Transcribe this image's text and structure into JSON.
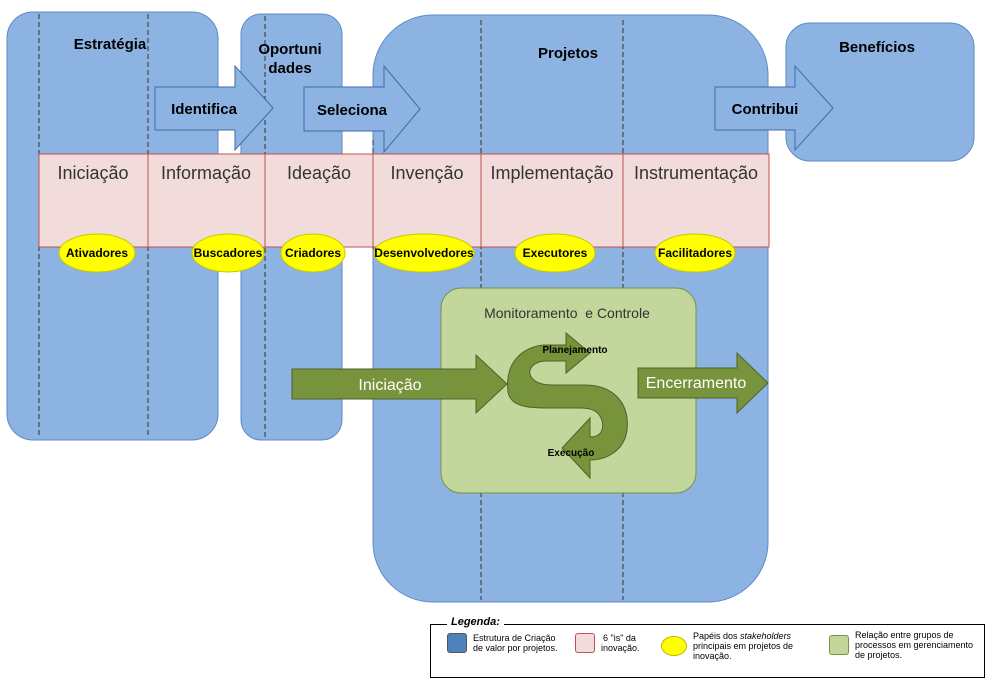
{
  "colors": {
    "blue": "#8db3e2",
    "blue_border": "#5e8ac4",
    "pink": "#f2dcdb",
    "pink_border": "#c0504d",
    "yellow": "#ffff00",
    "green_light": "#c3d69b",
    "green_dark": "#77933c",
    "arrow_blue": "#8db3e2"
  },
  "phases": {
    "estrategia": "Estratégia",
    "oportunidades_1": "Oportuni",
    "oportunidades_2": "dades",
    "projetos": "Projetos",
    "beneficios": "Benefícios"
  },
  "arrows": {
    "identifica": "Identifica",
    "seleciona": "Seleciona",
    "contribui": "Contribui"
  },
  "is_labels": [
    "Iniciação",
    "Informação",
    "Ideação",
    "Invenção",
    "Implementação",
    "Instrumentação"
  ],
  "roles": [
    "Ativadores",
    "Buscadores",
    "Criadores",
    "Desenvolvedores",
    "Executores",
    "Facilitadores"
  ],
  "process": {
    "title": "Monitoramento  e Controle",
    "iniciacao": "Iniciação",
    "planejamento": "Planejamento",
    "execucao": "Execução",
    "encerramento": "Encerramento"
  },
  "legend": {
    "title": "Legenda:",
    "item1": "Estrutura de Criação de valor por projetos.",
    "item2_a": "6 \"is\" da",
    "item2_b": "inovação.",
    "item3_a": "Papéis dos ",
    "item3_b": "stakeholders",
    "item3_c": " principais em projetos de inovação.",
    "item4": "Relação entre grupos de processos em gerenciamento de projetos."
  }
}
